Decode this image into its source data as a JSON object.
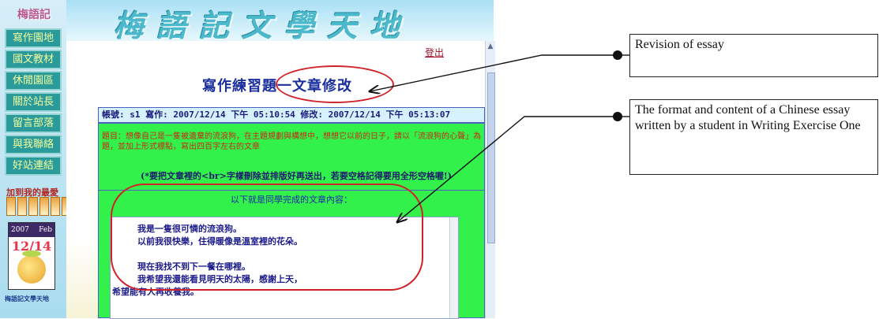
{
  "sidebar": {
    "logo": "梅語記",
    "items": [
      {
        "label": "寫作園地"
      },
      {
        "label": "國文教材"
      },
      {
        "label": "休閒園區"
      },
      {
        "label": "關於站長"
      },
      {
        "label": "留言部落"
      },
      {
        "label": "與我聯絡"
      },
      {
        "label": "好站連結"
      }
    ],
    "favorites_label": "加到我的最愛",
    "calendar": {
      "year": "2007",
      "month": "Feb",
      "date": "12/14"
    },
    "footer_text": "梅語記文學天地"
  },
  "banner": {
    "title": "梅語記文學天地"
  },
  "header": {
    "logout_label": "登出"
  },
  "page": {
    "title": "寫作練習題一文章修改"
  },
  "info_bar": {
    "text": "帳號: s1 寫作: 2007/12/14 下午 05:10:54 修改: 2007/12/14 下午 05:13:07"
  },
  "panel": {
    "instructions_1": "題目：想像自己是一隻被遺棄的流浪狗，在主題規劃與構想中，想想它以前的日子，請以「流浪狗的心聲」為題，並加上形式標點，寫出四百字左右的文章",
    "note": "(*要把文章裡的<br>字樣刪除並排版好再送出，若要空格記得要用全形空格喔!)",
    "content_label": "以下就是同學完成的文章內容："
  },
  "essay": {
    "lines": [
      "我是一隻很可憐的流浪狗。",
      "以前我很快樂，住得暖像是溫室裡的花朵。",
      "",
      "現在我找不到下一餐在哪裡。",
      "我希望我還能看見明天的太陽，感謝上天，",
      "希望能有人再收養我。"
    ]
  },
  "annotations": {
    "callout_1": "Revision of essay",
    "callout_2": "The format and content of a Chinese essay written by a student in Writing Exercise One"
  },
  "colors": {
    "accent_red": "#d0222a",
    "panel_green": "#33f14b",
    "nav_teal": "#2a9a9a",
    "title_blue": "#1a2e9e"
  }
}
